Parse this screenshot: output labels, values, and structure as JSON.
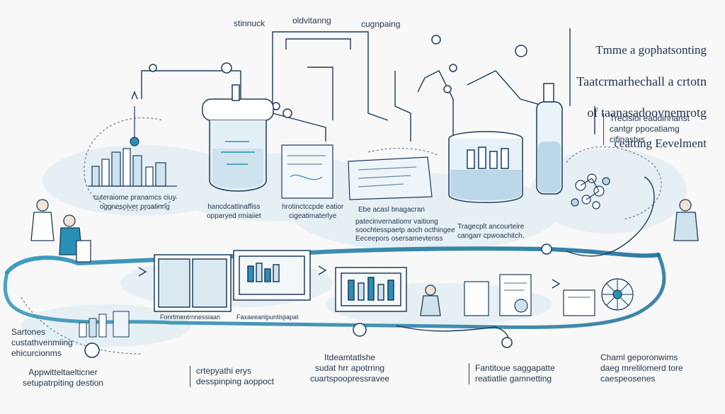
{
  "title": {
    "line1": "Tmme a gophatsonting",
    "line2": "Taatcrmarhechall a crtotn",
    "line3": "of taanasadoovnemrotg",
    "line4": "ceatting Eevelment"
  },
  "top_labels": {
    "stinnuck": "stinnuck",
    "oldvitanng": "oldvitanng",
    "cugnpaing": "cugnpaing"
  },
  "right_labels": {
    "r1": "Treclsiol eaddinrianst\ncantgr ppocatiamg\ncifinastus"
  },
  "mid_labels": {
    "m1": "cuteraiome pranamcs ciuy\noggnesoiver proatinng",
    "m2": "hancdcattinaffiss\nopparyed rmiaiiet",
    "m3": "hrotinctccpde eatior\ncigeatimaterlye",
    "m4": "Ebe acasl bnagacran",
    "m5": "patecinvernatiomr vaitiong\nsoochtesspaetp aoch octhingee\nEeceepors osersamevtenss",
    "m6": "Tragecplt ancourteire\ncangarr cpwoachitch,"
  },
  "screen_labels": {
    "s1": "Fonrtmentrnnessiaan",
    "s2": "Faxaeeanlpuntisjiapat"
  },
  "left_labels": {
    "l1": "Sartones\ncustathvenmiing\nehicurcionms"
  },
  "bottom_labels": {
    "b1": "Appwitteltaelticner\nsetupatrpiting destion",
    "b2": "crtepyathi erys\ndesspinping aoppoct",
    "b3": "Itdeamtatlshe\nsudat hrr apotrring\ncuartspoopressravee",
    "b4": "Fantitoue saggapatte\nreatiatlie gamnetting",
    "b5": "Chaml geporonwims\ndaeg mrelilomerd tore\ncaespeosenes"
  },
  "colors": {
    "accent_teal": "#2a8fb4",
    "navy": "#1d3a5c",
    "pale": "#cfe3ee"
  }
}
